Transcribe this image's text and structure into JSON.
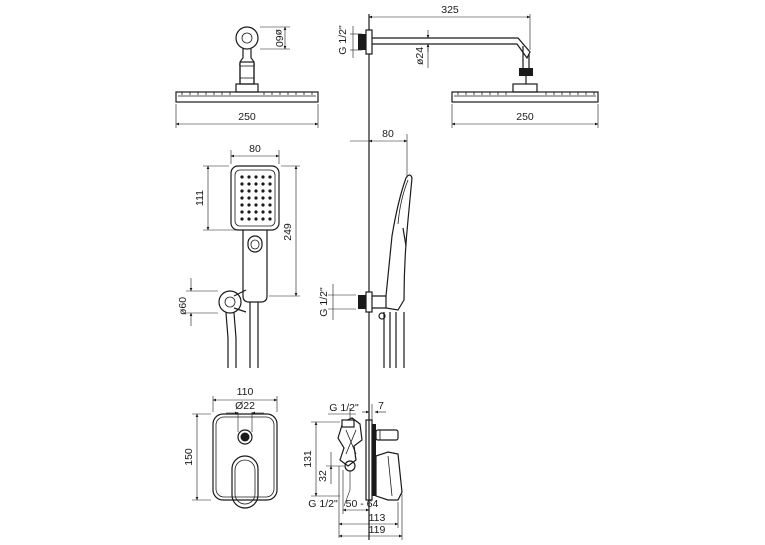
{
  "dimensions": {
    "rain_arm_diameter": "ø60",
    "rain_head_width_front": "250",
    "arm_length": "325",
    "arm_diameter": "ø24",
    "thread_arm": "G 1/2\"",
    "rain_head_width_side": "250",
    "hand_width_front": "80",
    "hand_head_height": "111",
    "hand_total_height": "249",
    "holder_diameter": "ø60",
    "hand_depth_side": "80",
    "thread_holder": "G 1/2\"",
    "plate_width": "110",
    "handle_hole": "Ø22",
    "plate_height": "150",
    "mixer_thread_top": "G 1/2\"",
    "mixer_offset": "7",
    "mixer_height": "131",
    "mixer_inlet_height": "32",
    "mixer_thread_bottom": "G 1/2\"",
    "mixer_depth_range": "50 - 64",
    "mixer_depth_113": "113",
    "mixer_depth_119": "119"
  }
}
